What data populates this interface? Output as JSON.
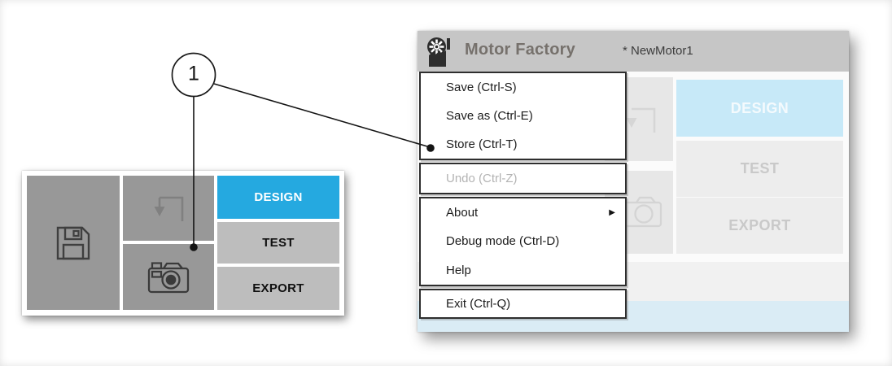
{
  "callout": {
    "number": "1"
  },
  "panel": {
    "buttons": [
      {
        "label": "DESIGN",
        "active": true
      },
      {
        "label": "TEST"
      },
      {
        "label": "EXPORT"
      }
    ],
    "icons": {
      "save": "floppy-disk-icon",
      "step": "step-arrow-icon",
      "camera": "camera-icon"
    }
  },
  "window": {
    "title": "Motor Factory",
    "document_name": "* NewMotor1",
    "logo": "motor-factory-logo",
    "menu": {
      "submenu_arrow": "▶",
      "sections": [
        {
          "items": [
            {
              "label": "Save (Ctrl-S)"
            },
            {
              "label": "Save as (Ctrl-E)"
            },
            {
              "label": "Store (Ctrl-T)"
            }
          ]
        },
        {
          "items": [
            {
              "label": "Undo (Ctrl-Z)",
              "disabled": true
            }
          ]
        },
        {
          "items": [
            {
              "label": "About",
              "submenu": true
            },
            {
              "label": "Debug mode (Ctrl-D)"
            },
            {
              "label": "Help"
            }
          ]
        },
        {
          "items": [
            {
              "label": "Exit (Ctrl-Q)"
            }
          ]
        }
      ]
    },
    "tabs": [
      {
        "label": "DESIGN",
        "active": true
      },
      {
        "label": "TEST"
      },
      {
        "label": "EXPORT"
      }
    ]
  },
  "colors": {
    "design_active_blue": "#25a9e0",
    "design_faded_blue": "#c7e9f8",
    "panel_button_gray": "#bdbdbd",
    "icon_square_gray": "#989898",
    "titlebar_gray": "#c6c6c6",
    "status_band_blue": "#daecf5",
    "callout_ink": "#141414"
  }
}
